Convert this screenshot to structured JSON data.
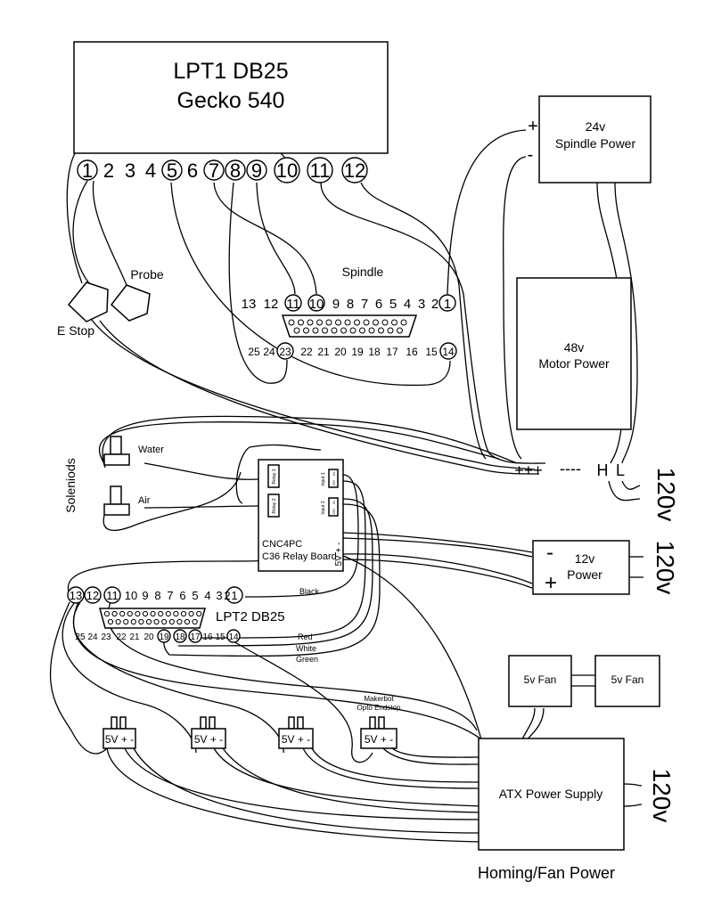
{
  "lpt1": {
    "line1": "LPT1 DB25",
    "line2": "Gecko 540",
    "pins": [
      "1",
      "2",
      "3",
      "4",
      "5",
      "6",
      "7",
      "8",
      "9",
      "10",
      "11",
      "12"
    ]
  },
  "spindle_power": {
    "plus": "+",
    "minus": "-",
    "line1": "24v",
    "line2": "Spindle Power"
  },
  "motor_power": {
    "line1": "48v",
    "line2": "Motor Power"
  },
  "estop": {
    "label": "E Stop"
  },
  "probe": {
    "label": "Probe"
  },
  "spindle_connector": {
    "title": "Spindle",
    "top_pins": [
      "13",
      "12",
      "11",
      "10",
      "9",
      "8",
      "7",
      "6",
      "5",
      "4",
      "3",
      "2",
      "1"
    ],
    "bottom_pins": [
      "25",
      "24",
      "23",
      "22",
      "21",
      "20",
      "19",
      "18",
      "17",
      "16",
      "15",
      "14"
    ]
  },
  "mains": {
    "plus": "+++",
    "minus": "----",
    "h": "H",
    "l": "L",
    "v120": "120v"
  },
  "solenoids": {
    "group": "Soleniods",
    "water": "Water",
    "air": "Air"
  },
  "relay_board": {
    "line1": "CNC4PC",
    "line2": "C36 Relay Board",
    "relay1": "Relay 1",
    "relay2": "Relay 2",
    "input1": "Input 1",
    "input2": "Input 2",
    "in_label": "IN",
    "gd_label": "GD",
    "power_pins": "5V + -"
  },
  "power12": {
    "minus": "-",
    "plus": "+",
    "line1": "12v",
    "line2": "Power",
    "v120": "120v"
  },
  "lpt2": {
    "title": "LPT2 DB25",
    "top_pins": [
      "13",
      "12",
      "11",
      "10",
      "9",
      "8",
      "7",
      "6",
      "5",
      "4",
      "3",
      "2",
      "1"
    ],
    "bottom_pins": [
      "25",
      "24",
      "23",
      "22",
      "21",
      "20",
      "19",
      "18",
      "17",
      "16",
      "15",
      "14"
    ]
  },
  "wire_labels": {
    "black": "Black",
    "red": "Red",
    "white": "White",
    "green": "Green"
  },
  "fans": {
    "fan1": "5v Fan",
    "fan2": "5v Fan"
  },
  "endstops": {
    "pins": "5V + -",
    "makerbot_line1": "Makerbot",
    "makerbot_line2": "Opto Endstop"
  },
  "atx": {
    "label": "ATX Power Supply",
    "v120": "120v",
    "caption": "Homing/Fan Power"
  }
}
